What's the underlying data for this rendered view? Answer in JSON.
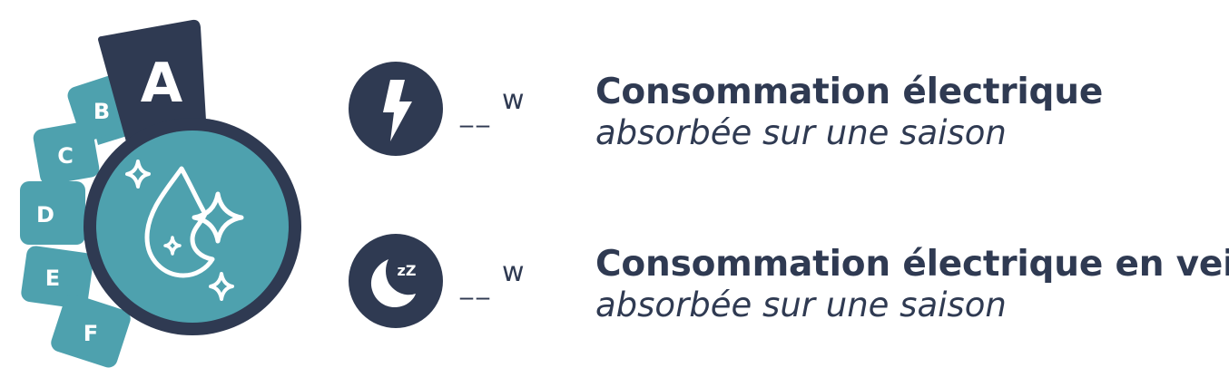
{
  "colors": {
    "navy": "#2f3a52",
    "teal": "#4ea1ae",
    "white": "#ffffff"
  },
  "energy_badge": {
    "active_class": "A",
    "scale": [
      "B",
      "C",
      "D",
      "E",
      "F"
    ],
    "center_icon": "droplet-sparkle-icon"
  },
  "rows": [
    {
      "icon": "lightning-bolt-icon",
      "value": "__",
      "unit": "w",
      "title": "Consommation électrique",
      "subtitle": "absorbée sur une saison"
    },
    {
      "icon": "moon-sleep-icon",
      "icon_text": "zZ",
      "value": "__",
      "unit": "w",
      "title": "Consommation électrique en veille",
      "subtitle": "absorbée sur une saison"
    }
  ]
}
